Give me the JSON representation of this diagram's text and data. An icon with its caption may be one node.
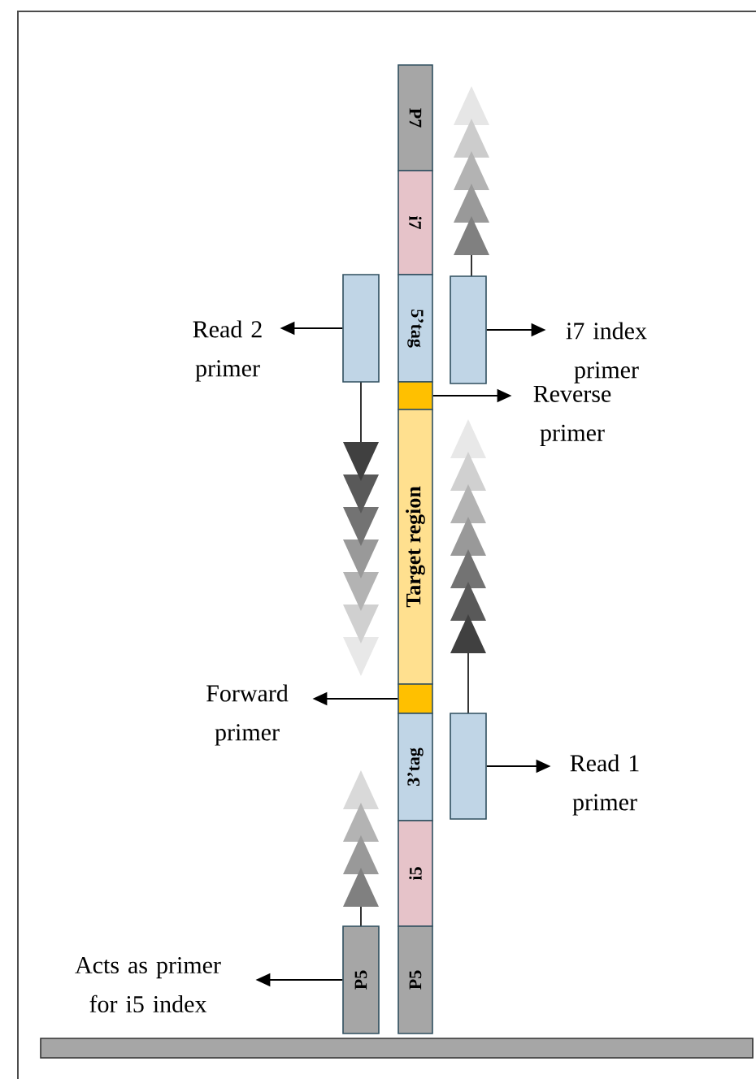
{
  "diagram": {
    "nodes": [
      {
        "text": [
          "P7"
        ]
      },
      {
        "text": [
          "i7"
        ]
      },
      {
        "text": [
          "5’tag"
        ]
      },
      {
        "text": [],
        "shape": "box"
      },
      {
        "text": [
          "Target region"
        ]
      },
      {
        "text": [],
        "shape": "box"
      },
      {
        "text": [
          "3’tag"
        ]
      },
      {
        "text": [
          "i5"
        ]
      },
      {
        "text": [
          "P5"
        ]
      },
      {
        "text": [],
        "shape": "box"
      },
      {
        "text": [
          "Read 2 primer"
        ]
      },
      {
        "text": [],
        "shape": "box"
      },
      {
        "text": [
          "i7 index primer"
        ]
      },
      {
        "text": [
          "Reverse primer"
        ]
      },
      {
        "text": [
          "Forward primer"
        ]
      },
      {
        "text": [],
        "shape": "box"
      },
      {
        "text": [
          "Read 1 primer"
        ]
      },
      {
        "text": [
          "P5"
        ]
      },
      {
        "text": [
          "Acts as primer for i5 index"
        ]
      }
    ],
    "edges": [
      {
        "from": 9,
        "to": 10,
        "arrow": "to"
      },
      {
        "from": 11,
        "to": 12,
        "arrow": "to"
      },
      {
        "from": 3,
        "to": 13,
        "arrow": "to"
      },
      {
        "from": 5,
        "to": 14,
        "arrow": "to"
      },
      {
        "from": 15,
        "to": 16,
        "arrow": "to"
      },
      {
        "from": 17,
        "to": 18,
        "arrow": "to"
      }
    ]
  }
}
